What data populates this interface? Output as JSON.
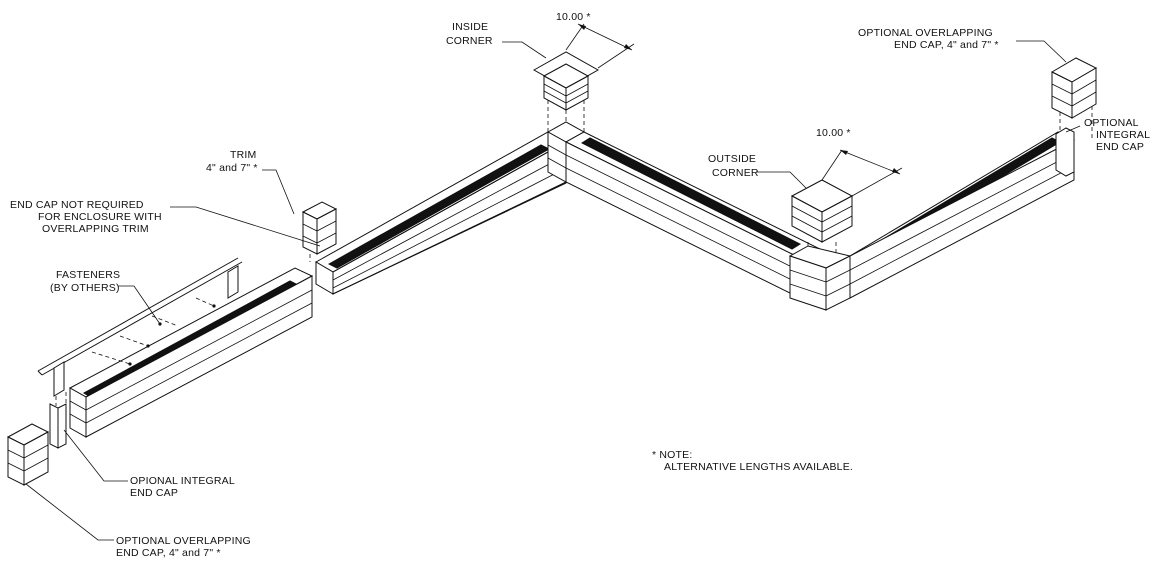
{
  "labels": {
    "inside_corner_1": "INSIDE",
    "inside_corner_2": "CORNER",
    "dim_inside": "10.00 *",
    "dim_outside": "10.00 *",
    "opt_overlap_top_1": "OPTIONAL OVERLAPPING",
    "opt_overlap_top_2": "END CAP, 4\" and 7\" *",
    "opt_integral_right_1": "OPTIONAL",
    "opt_integral_right_2": "INTEGRAL",
    "opt_integral_right_3": "END CAP",
    "trim_1": "TRIM",
    "trim_2": "4\" and 7\" *",
    "endcap_not_req_1": "END CAP NOT REQUIRED",
    "endcap_not_req_2": "FOR ENCLOSURE WITH",
    "endcap_not_req_3": "OVERLAPPING TRIM",
    "outside_corner_1": "OUTSIDE",
    "outside_corner_2": "CORNER",
    "fasteners_1": "FASTENERS",
    "fasteners_2": "(BY OTHERS)",
    "opional_integral_1": "OPIONAL INTEGRAL",
    "opional_integral_2": "END CAP",
    "opt_overlap_bottom_1": "OPTIONAL OVERLAPPING",
    "opt_overlap_bottom_2": "END CAP, 4\" and 7\" *",
    "note_1": "* NOTE:",
    "note_2": "ALTERNATIVE LENGTHS AVAILABLE."
  }
}
